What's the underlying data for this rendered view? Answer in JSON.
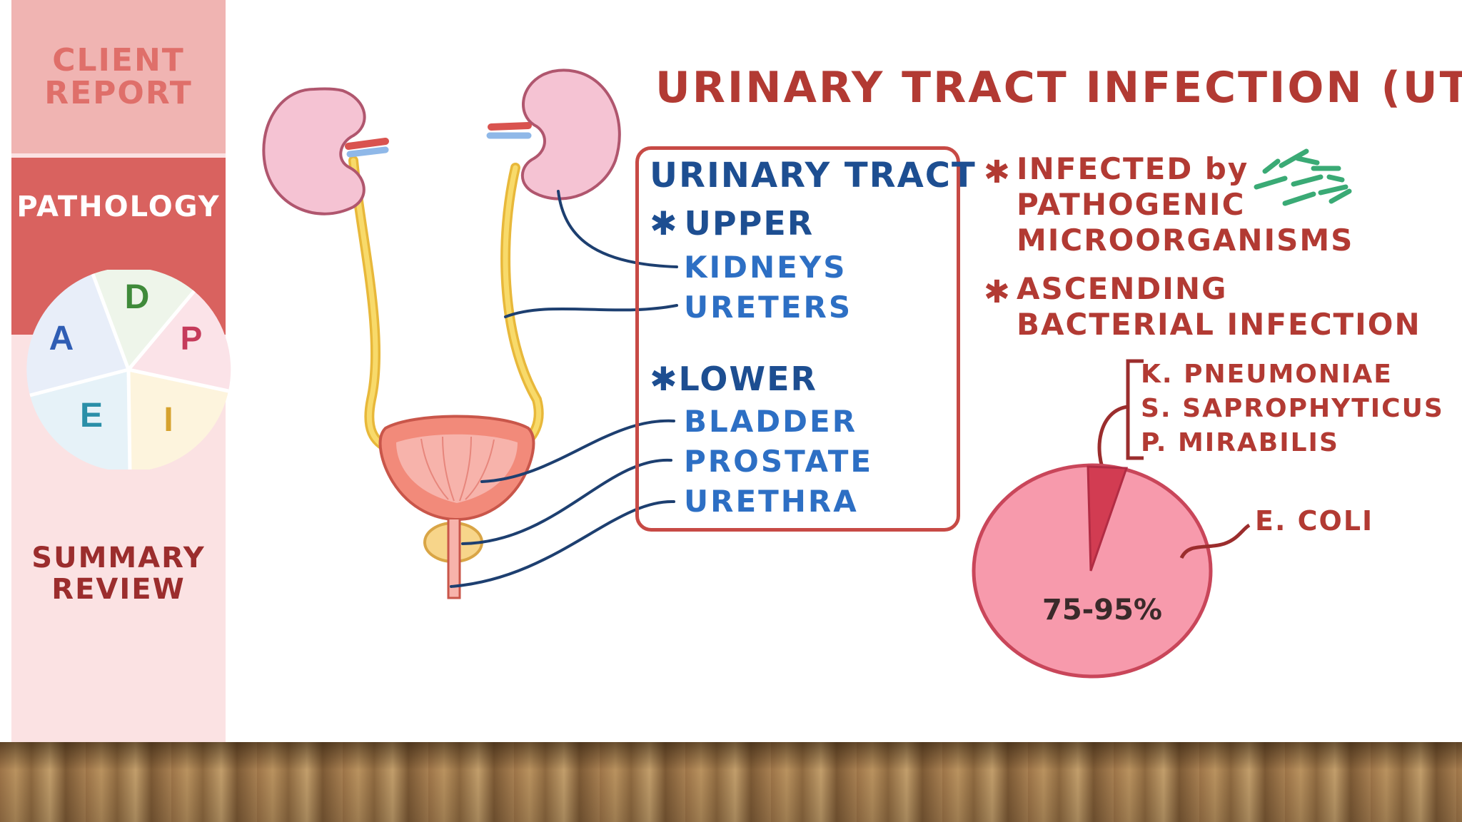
{
  "sidebar": {
    "client_report": "CLIENT\nREPORT",
    "pathology": "PATHOLOGY",
    "wheel_letters": [
      "D",
      "P",
      "I",
      "E",
      "A"
    ],
    "summary_review": "SUMMARY\nREVIEW"
  },
  "title": "URINARY TRACT INFECTION (UTI)",
  "tract_box": {
    "title": "URINARY TRACT",
    "upper": {
      "star": "✱",
      "label": "UPPER",
      "items": [
        "KIDNEYS",
        "URETERS"
      ]
    },
    "lower": {
      "star": "✱",
      "label": "LOWER",
      "items": [
        "BLADDER",
        "PROSTATE",
        "URETHRA"
      ]
    }
  },
  "bullets": [
    {
      "star": "✱",
      "text": "INFECTED by\nPATHOGENIC\nMICROORGANISMS"
    },
    {
      "star": "✱",
      "text": "ASCENDING\nBACTERIAL INFECTION"
    }
  ],
  "other_bacteria": [
    "K. PNEUMONIAE",
    "S. SAPROPHYTICUS",
    "P. MIRABILIS"
  ],
  "ecoli_label": "E. COLI",
  "ecoli_percent": "75-95%",
  "colors": {
    "red": "#b23a33",
    "navy": "#1d4e91",
    "blue": "#2d6fc4",
    "pie": "#f79aac",
    "pie_slice": "#d23c52"
  }
}
